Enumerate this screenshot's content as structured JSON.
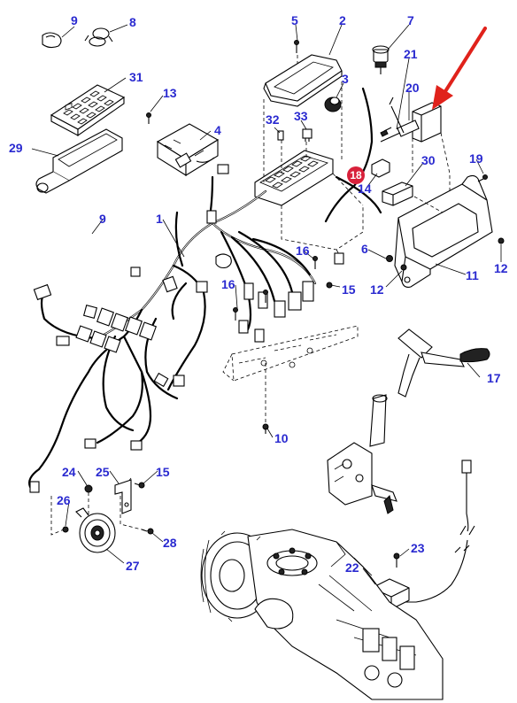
{
  "callouts": [
    {
      "id": "c9a",
      "text": "9"
    },
    {
      "id": "c8",
      "text": "8"
    },
    {
      "id": "c5",
      "text": "5"
    },
    {
      "id": "c2",
      "text": "2"
    },
    {
      "id": "c7",
      "text": "7"
    },
    {
      "id": "c31",
      "text": "31"
    },
    {
      "id": "c13",
      "text": "13"
    },
    {
      "id": "c4",
      "text": "4"
    },
    {
      "id": "c3",
      "text": "3"
    },
    {
      "id": "c32",
      "text": "32"
    },
    {
      "id": "c33",
      "text": "33"
    },
    {
      "id": "c21",
      "text": "21"
    },
    {
      "id": "c20",
      "text": "20"
    },
    {
      "id": "c29",
      "text": "29"
    },
    {
      "id": "c19",
      "text": "19"
    },
    {
      "id": "c30",
      "text": "30"
    },
    {
      "id": "c14",
      "text": "14"
    },
    {
      "id": "c9b",
      "text": "9"
    },
    {
      "id": "c1",
      "text": "1"
    },
    {
      "id": "c16a",
      "text": "16"
    },
    {
      "id": "c6",
      "text": "6"
    },
    {
      "id": "c12a",
      "text": "12"
    },
    {
      "id": "c12b",
      "text": "12"
    },
    {
      "id": "c11",
      "text": "11"
    },
    {
      "id": "c16b",
      "text": "16"
    },
    {
      "id": "c15a",
      "text": "15"
    },
    {
      "id": "c17",
      "text": "17"
    },
    {
      "id": "c10",
      "text": "10"
    },
    {
      "id": "c24",
      "text": "24"
    },
    {
      "id": "c25",
      "text": "25"
    },
    {
      "id": "c15b",
      "text": "15"
    },
    {
      "id": "c26",
      "text": "26"
    },
    {
      "id": "c28",
      "text": "28"
    },
    {
      "id": "c27",
      "text": "27"
    },
    {
      "id": "c23",
      "text": "23"
    },
    {
      "id": "c22",
      "text": "22"
    }
  ],
  "highlight": {
    "label": "18",
    "badge_color": "#d8213b",
    "arrow_color": "#e0221b"
  },
  "colors": {
    "callout": "#2a2ad0",
    "line": "#000000"
  }
}
